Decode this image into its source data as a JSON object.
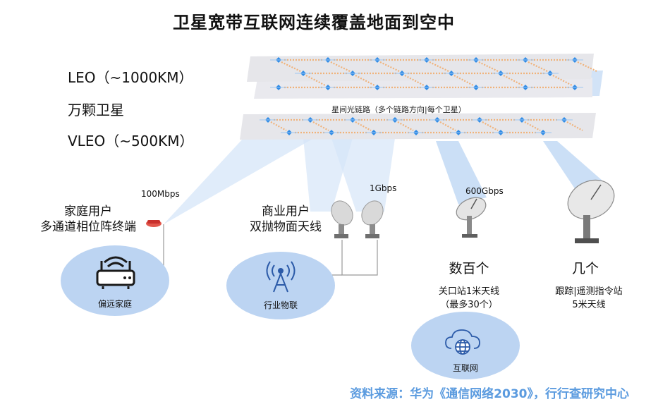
{
  "title": "卫星宽带互联网连续覆盖地面到空中",
  "orbits": {
    "leo": "LEO（~1000KM）",
    "constellation": "万颗卫星",
    "vleo": "VLEO（~500KM）",
    "isl_label": "星间光链路（多个链路方向|每个卫星）"
  },
  "links": {
    "home_rate": "100Mbps",
    "industry_rate": "1Gbps",
    "gateway_rate": "600Gbps"
  },
  "home": {
    "title_line1": "家庭用户",
    "title_line2": "多通道相位阵终端",
    "circle_label": "偏远家庭"
  },
  "industry": {
    "title_line1": "商业用户",
    "title_line2": "双抛物面天线",
    "circle_label": "行业物联"
  },
  "gateway": {
    "count": "数百个",
    "desc_line1": "关口站1米天线",
    "desc_line2": "（最多30个）",
    "circle_label": "互联网"
  },
  "tracking": {
    "count": "几个",
    "desc_line1": "跟踪|遥测指令站",
    "desc_line2": "5米天线"
  },
  "source": "资料来源：华为《通信网络2030》，行行查研究中心",
  "colors": {
    "accent_blue": "#5b9bdf",
    "circle_fill": "#bcd4f2",
    "panel_gray": "#e6e6ea",
    "panel_blue": "#d2e3f7",
    "satellite_blue": "#2f8be6",
    "link_orange": "#f0b27a"
  }
}
